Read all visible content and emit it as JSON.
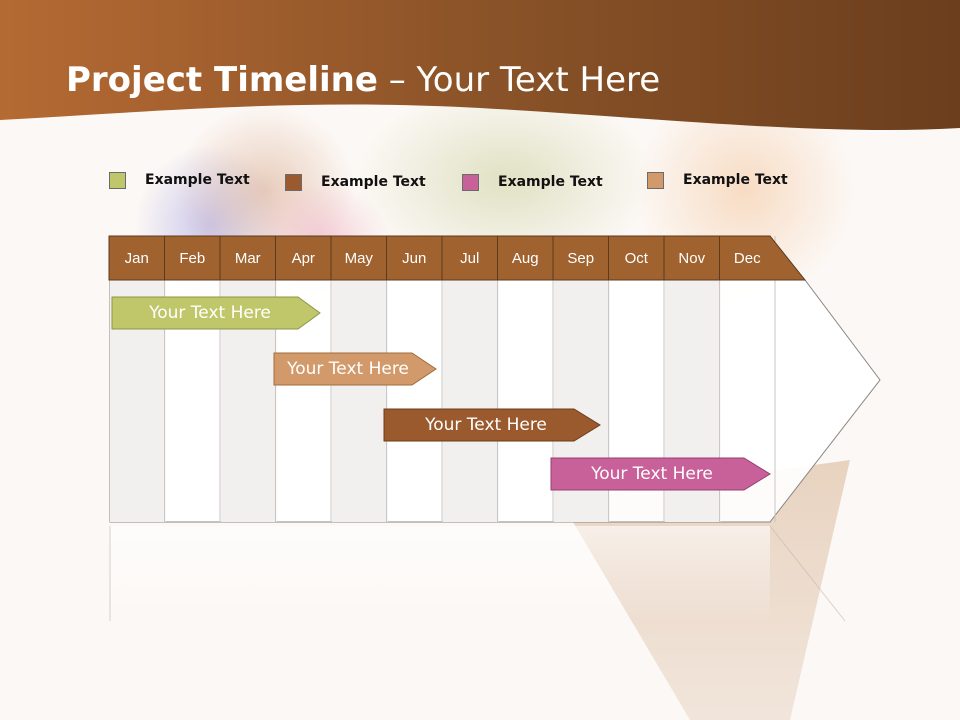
{
  "title": {
    "bold": "Project Timeline",
    "rest": " – Your Text Here"
  },
  "legend": [
    {
      "label": "Example Text",
      "color": "#c0c76a"
    },
    {
      "label": "Example Text",
      "color": "#9a5a2e"
    },
    {
      "label": "Example Text",
      "color": "#c8609a"
    },
    {
      "label": "Example Text",
      "color": "#d29a6a"
    }
  ],
  "months": [
    "Jan",
    "Feb",
    "Mar",
    "Apr",
    "May",
    "Jun",
    "Jul",
    "Aug",
    "Sep",
    "Oct",
    "Nov",
    "Dec"
  ],
  "bars": [
    {
      "label": "Your  Text Here",
      "color": "#c0c76a"
    },
    {
      "label": "Your  Text Here",
      "color": "#d29a6a"
    },
    {
      "label": "Your  Text Here",
      "color": "#9a5a2e"
    },
    {
      "label": "Your  Text Here",
      "color": "#c8609a"
    }
  ],
  "colors": {
    "header": "#a0622f",
    "banner_dark": "#6b3e1d",
    "banner_light": "#b56a33"
  }
}
